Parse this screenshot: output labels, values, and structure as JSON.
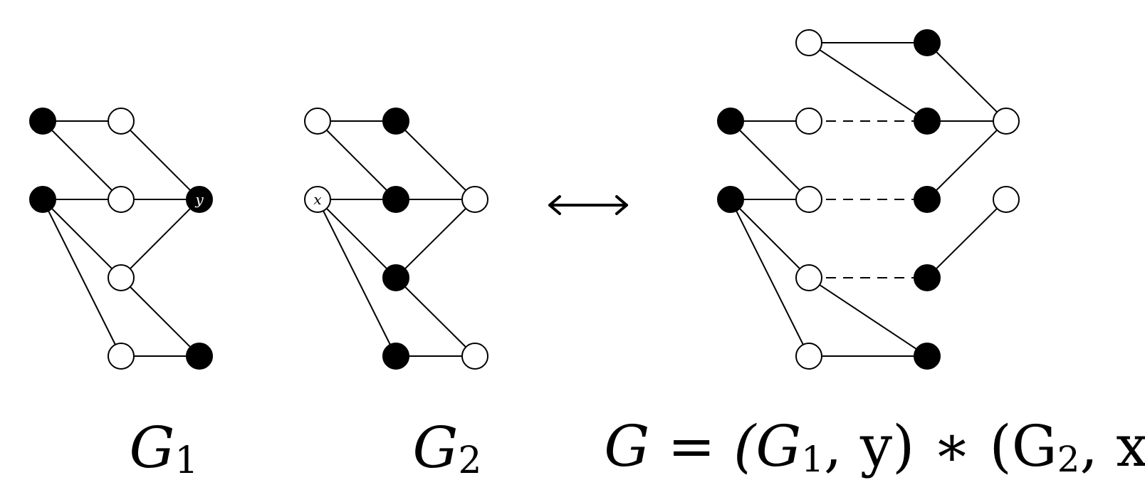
{
  "graphs": [
    {
      "id": "g1",
      "caption_main": "G",
      "caption_sub": "1",
      "nodes": [
        {
          "id": "a1",
          "color": "black",
          "label": ""
        },
        {
          "id": "a2",
          "color": "black",
          "label": ""
        },
        {
          "id": "b1",
          "color": "white",
          "label": ""
        },
        {
          "id": "b2",
          "color": "white",
          "label": ""
        },
        {
          "id": "b3",
          "color": "white",
          "label": ""
        },
        {
          "id": "b4",
          "color": "white",
          "label": ""
        },
        {
          "id": "y",
          "color": "black",
          "label": "y"
        },
        {
          "id": "c4",
          "color": "black",
          "label": ""
        }
      ],
      "edges": [
        [
          "a1",
          "b1"
        ],
        [
          "a1",
          "b2"
        ],
        [
          "a2",
          "b2"
        ],
        [
          "a2",
          "b3"
        ],
        [
          "a2",
          "b4"
        ],
        [
          "b1",
          "y"
        ],
        [
          "b2",
          "y"
        ],
        [
          "b3",
          "y"
        ],
        [
          "b3",
          "c4"
        ],
        [
          "b4",
          "c4"
        ]
      ]
    },
    {
      "id": "g2",
      "caption_main": "G",
      "caption_sub": "2",
      "nodes": [
        {
          "id": "p1",
          "color": "white",
          "label": ""
        },
        {
          "id": "x",
          "color": "white",
          "label": "x"
        },
        {
          "id": "q1",
          "color": "black",
          "label": ""
        },
        {
          "id": "q2",
          "color": "black",
          "label": ""
        },
        {
          "id": "q3",
          "color": "black",
          "label": ""
        },
        {
          "id": "q4",
          "color": "black",
          "label": ""
        },
        {
          "id": "r2",
          "color": "white",
          "label": ""
        },
        {
          "id": "r4",
          "color": "white",
          "label": ""
        }
      ],
      "edges": [
        [
          "p1",
          "q1"
        ],
        [
          "p1",
          "q2"
        ],
        [
          "x",
          "q2"
        ],
        [
          "x",
          "q3"
        ],
        [
          "x",
          "q4"
        ],
        [
          "q1",
          "r2"
        ],
        [
          "q2",
          "r2"
        ],
        [
          "q3",
          "r2"
        ],
        [
          "q3",
          "r4"
        ],
        [
          "q4",
          "r4"
        ]
      ]
    },
    {
      "id": "g",
      "caption_main": "G = (G",
      "caption_parts": [
        "G = (G",
        "1",
        ", y) ∗ (G",
        "2",
        ", x)"
      ],
      "nodes": [
        {
          "id": "m0",
          "color": "white",
          "label": ""
        },
        {
          "id": "n0",
          "color": "black",
          "label": ""
        },
        {
          "id": "k1",
          "color": "black",
          "label": ""
        },
        {
          "id": "m1",
          "color": "white",
          "label": ""
        },
        {
          "id": "n1",
          "color": "black",
          "label": ""
        },
        {
          "id": "o1",
          "color": "white",
          "label": ""
        },
        {
          "id": "k2",
          "color": "black",
          "label": ""
        },
        {
          "id": "m2",
          "color": "white",
          "label": ""
        },
        {
          "id": "n2",
          "color": "black",
          "label": ""
        },
        {
          "id": "o2",
          "color": "white",
          "label": ""
        },
        {
          "id": "m3",
          "color": "white",
          "label": ""
        },
        {
          "id": "n3",
          "color": "black",
          "label": ""
        },
        {
          "id": "m4",
          "color": "white",
          "label": ""
        },
        {
          "id": "n4",
          "color": "black",
          "label": ""
        }
      ],
      "edges": [
        {
          "from": "m0",
          "to": "n0",
          "style": "solid"
        },
        {
          "from": "m0",
          "to": "n1",
          "style": "solid"
        },
        {
          "from": "n0",
          "to": "o1",
          "style": "solid"
        },
        {
          "from": "k1",
          "to": "m1",
          "style": "solid"
        },
        {
          "from": "k1",
          "to": "m2",
          "style": "solid"
        },
        {
          "from": "m1",
          "to": "n1",
          "style": "dashed"
        },
        {
          "from": "n1",
          "to": "o1",
          "style": "solid"
        },
        {
          "from": "o1",
          "to": "n2",
          "style": "solid"
        },
        {
          "from": "k2",
          "to": "m2",
          "style": "solid"
        },
        {
          "from": "k2",
          "to": "m3",
          "style": "solid"
        },
        {
          "from": "k2",
          "to": "m4",
          "style": "solid"
        },
        {
          "from": "m2",
          "to": "n2",
          "style": "dashed"
        },
        {
          "from": "o2",
          "to": "n3",
          "style": "solid"
        },
        {
          "from": "m3",
          "to": "n3",
          "style": "dashed"
        },
        {
          "from": "m3",
          "to": "n4",
          "style": "solid"
        },
        {
          "from": "m4",
          "to": "n4",
          "style": "solid"
        }
      ]
    }
  ],
  "arrow": "long-left-right-arrow",
  "colors": {
    "black": "#000000",
    "white": "#ffffff"
  }
}
